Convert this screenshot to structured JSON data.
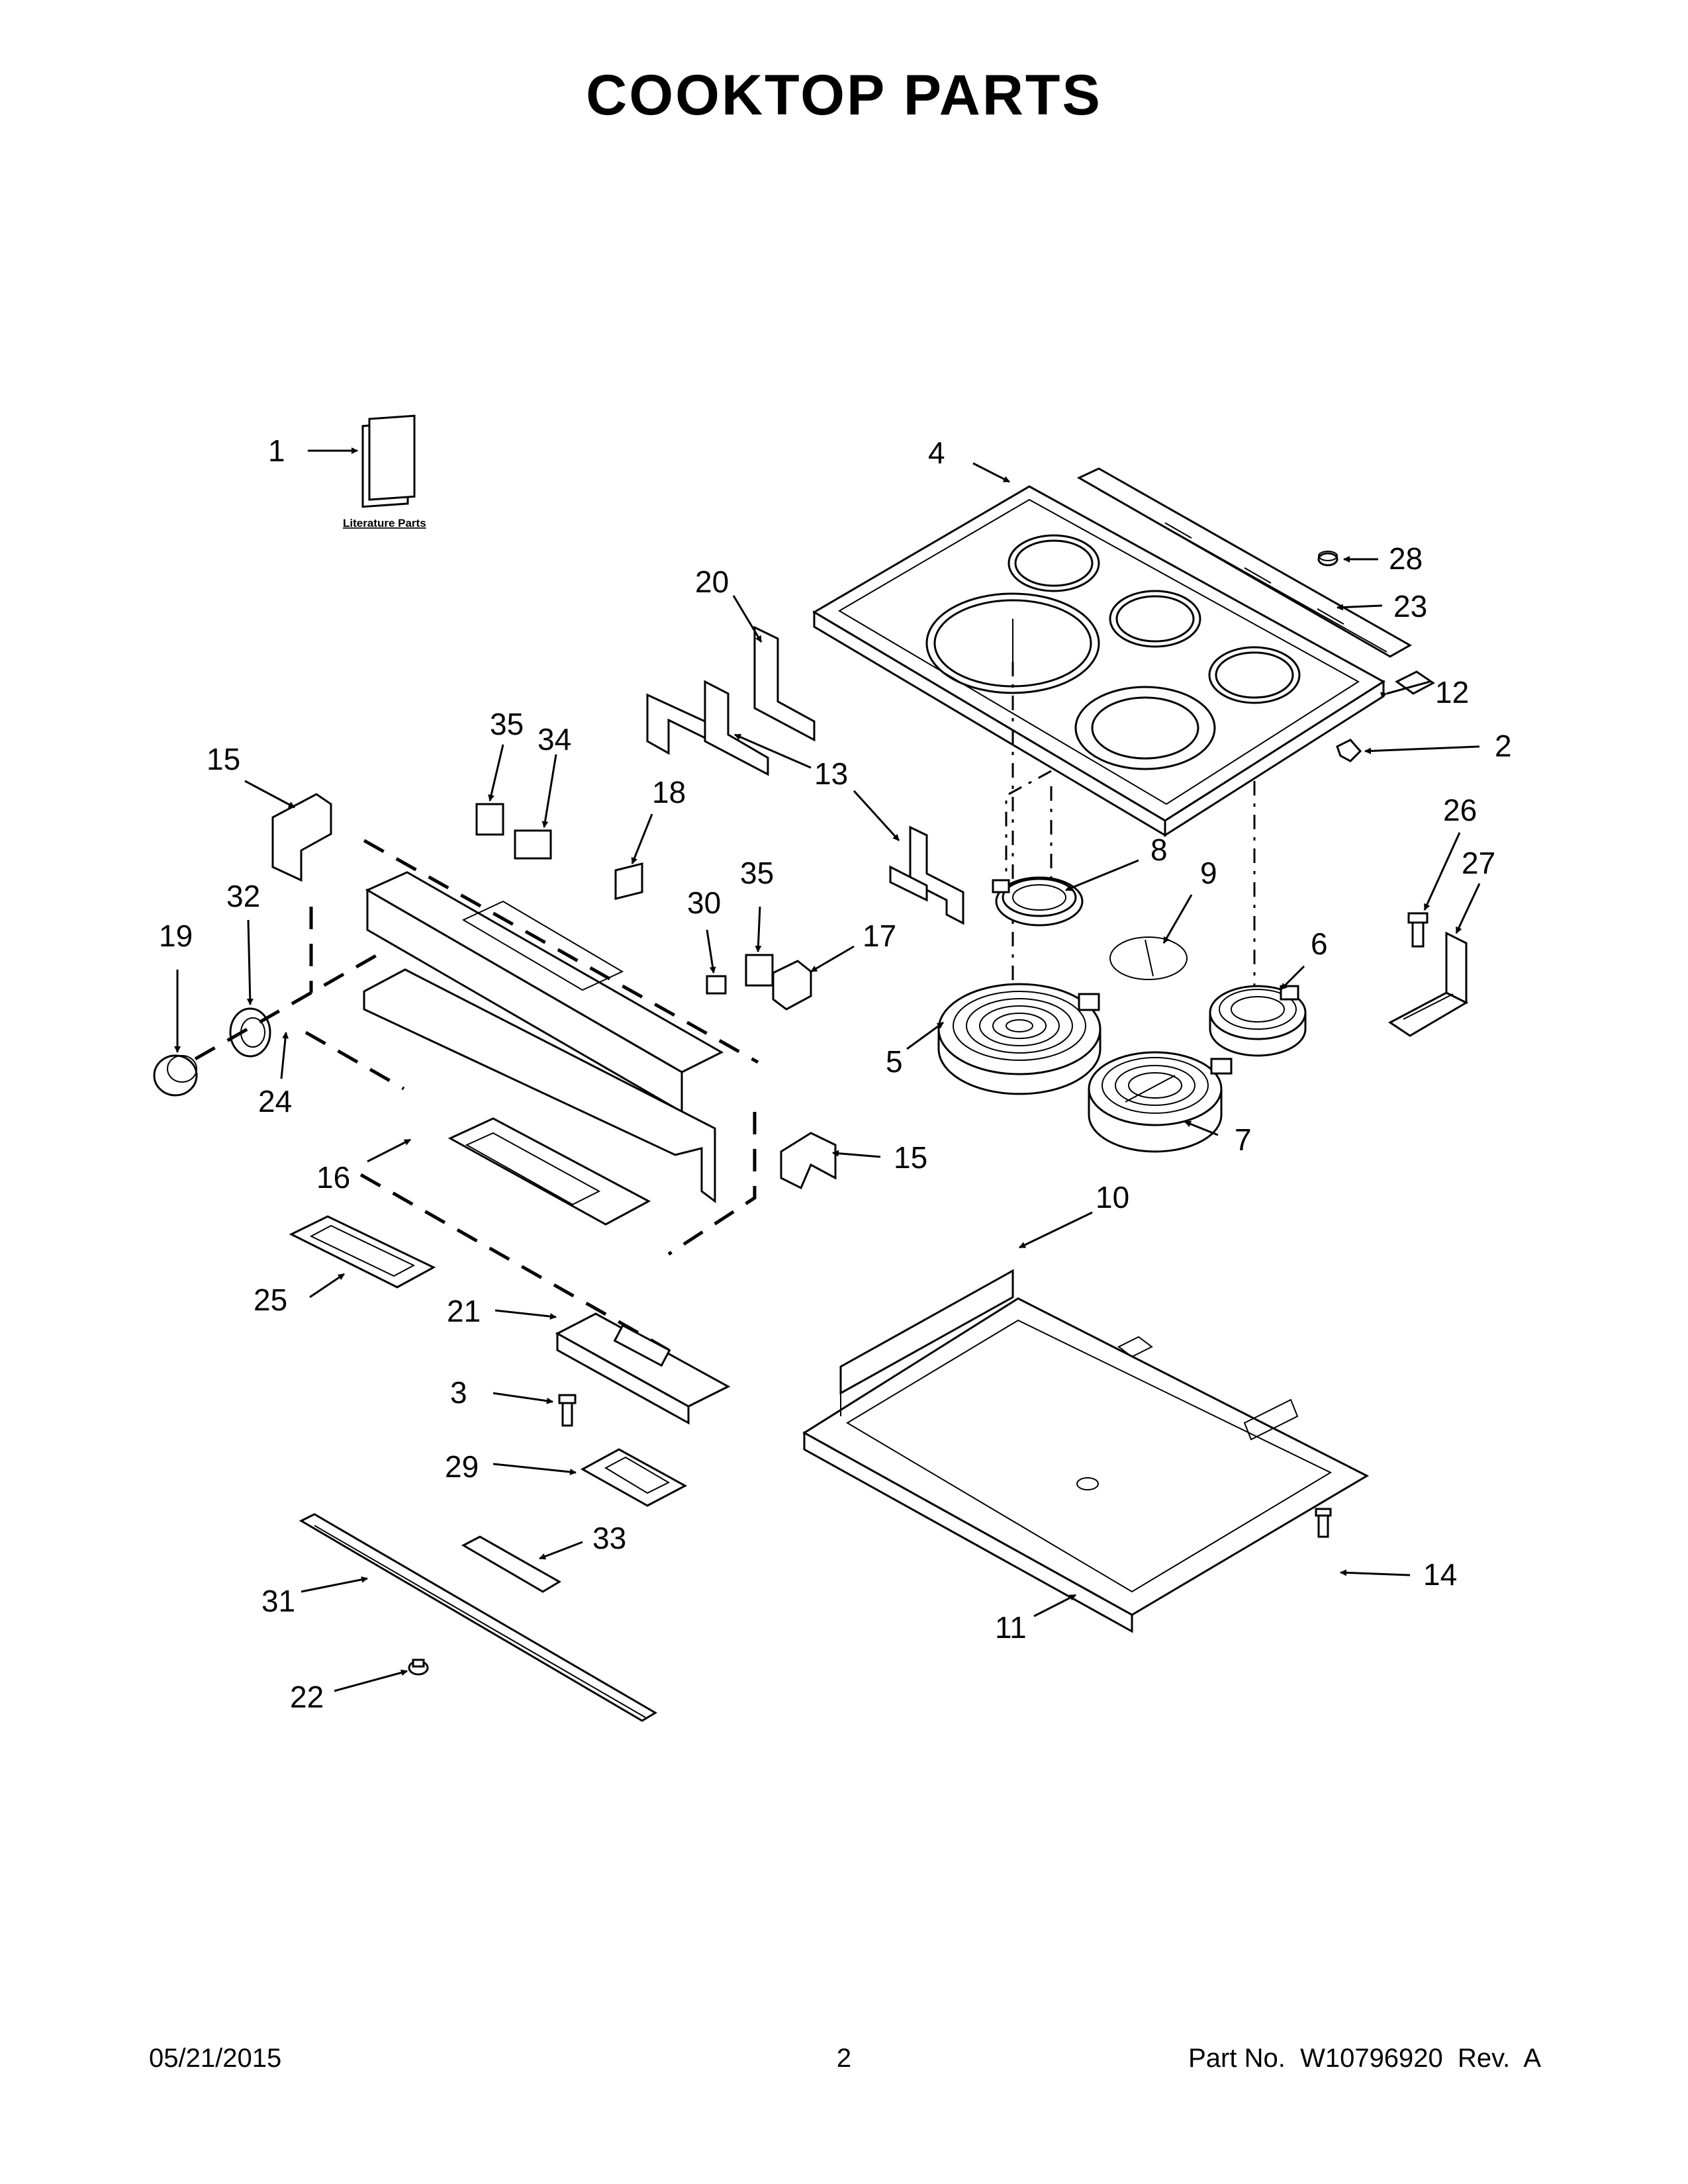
{
  "page": {
    "title": "COOKTOP PARTS"
  },
  "literature_label": "Literature Parts",
  "callouts": [
    "1",
    "2",
    "3",
    "4",
    "5",
    "6",
    "7",
    "8",
    "9",
    "10",
    "11",
    "12",
    "13",
    "14",
    "15",
    "15",
    "16",
    "17",
    "18",
    "19",
    "20",
    "21",
    "22",
    "23",
    "24",
    "25",
    "26",
    "27",
    "28",
    "29",
    "30",
    "31",
    "32",
    "33",
    "34",
    "35",
    "35"
  ],
  "footer": {
    "date": "05/21/2015",
    "page_number": "2",
    "part_info": "Part No.  W10796920  Rev.  A"
  }
}
